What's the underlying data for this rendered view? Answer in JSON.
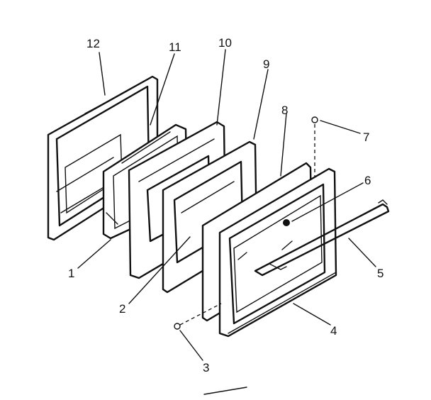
{
  "diagram": {
    "callouts": [
      {
        "id": "12",
        "label": "12"
      },
      {
        "id": "11",
        "label": "11"
      },
      {
        "id": "10",
        "label": "10"
      },
      {
        "id": "9",
        "label": "9"
      },
      {
        "id": "8",
        "label": "8"
      },
      {
        "id": "7",
        "label": "7"
      },
      {
        "id": "6",
        "label": "6"
      },
      {
        "id": "5",
        "label": "5"
      },
      {
        "id": "4",
        "label": "4"
      },
      {
        "id": "3",
        "label": "3"
      },
      {
        "id": "2",
        "label": "2"
      },
      {
        "id": "1",
        "label": "1"
      }
    ]
  }
}
